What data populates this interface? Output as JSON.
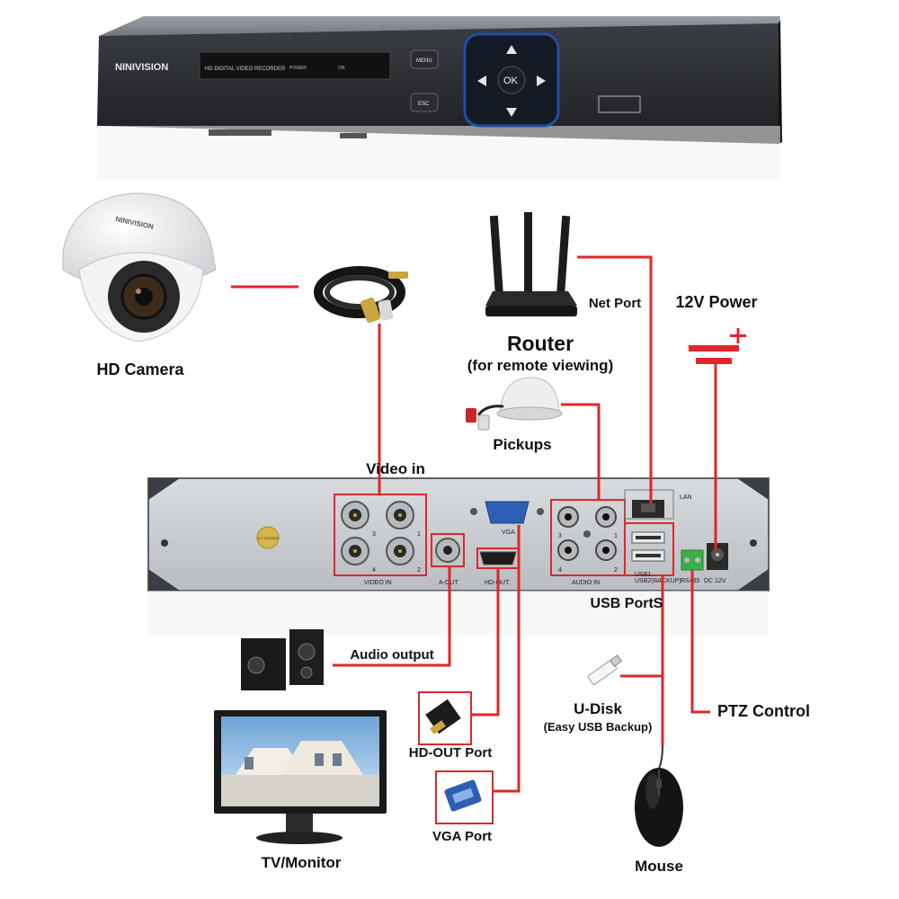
{
  "dvr_front": {
    "brand": "NINIVISION",
    "model_text": "HD DIGITAL VIDEO RECORDER",
    "power_text": "POWER",
    "on_text": "ON",
    "menu_label": "MENU",
    "esc_label": "ESC",
    "ok_label": "OK"
  },
  "camera": {
    "brand": "NINIVISION",
    "label": "HD Camera"
  },
  "router": {
    "title": "Router",
    "subtitle": "(for remote viewing)"
  },
  "labels": {
    "net_port": "Net Port",
    "power_12v": "12V Power",
    "pickups": "Pickups",
    "video_in": "Video in",
    "usb_ports": "USB PortS",
    "audio_output": "Audio output",
    "u_disk": "U-Disk",
    "u_disk_sub": "(Easy USB Backup)",
    "ptz_control": "PTZ Control",
    "hd_out_port": "HD-OUT Port",
    "vga_port": "VGA Port",
    "tv_monitor": "TV/Monitor",
    "mouse": "Mouse"
  },
  "rear_panel": {
    "video_in": "VIDEO IN",
    "a_out": "A-OUT",
    "hd_out": "HD-OUT",
    "vga": "VGA",
    "audio_in": "AUDIO IN",
    "lan": "LAN",
    "usb1": "USB1",
    "usb2_backup": "USB2(BACKUP)",
    "rs485": "RS485",
    "dc12v": "DC 12V",
    "qc_sticker": "Q.C PASSED",
    "ch1": "1",
    "ch2": "2",
    "ch3": "3",
    "ch4": "4"
  },
  "colors": {
    "connector_red": "#e0262a",
    "panel_gray": "#c8cbce",
    "device_dark": "#2b2d30"
  }
}
